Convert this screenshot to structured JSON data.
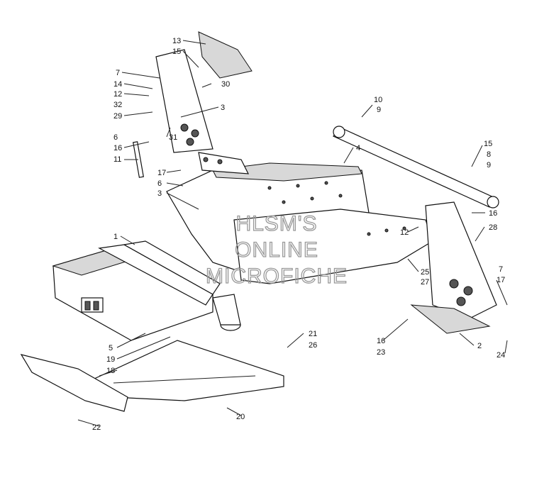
{
  "watermark": {
    "line1": "HLSM'S",
    "line2": "ONLINE",
    "line3": "MICROFICHE"
  },
  "callouts": [
    {
      "id": "c13",
      "text": "13"
    },
    {
      "id": "c15a",
      "text": "15"
    },
    {
      "id": "c7a",
      "text": "7"
    },
    {
      "id": "c14",
      "text": "14"
    },
    {
      "id": "c12a",
      "text": "12"
    },
    {
      "id": "c30",
      "text": "30"
    },
    {
      "id": "c32",
      "text": "32"
    },
    {
      "id": "c29",
      "text": "29"
    },
    {
      "id": "c3a",
      "text": "3"
    },
    {
      "id": "c31",
      "text": "31"
    },
    {
      "id": "c6a",
      "text": "6"
    },
    {
      "id": "c16a",
      "text": "16"
    },
    {
      "id": "c11",
      "text": "11"
    },
    {
      "id": "c10",
      "text": "10"
    },
    {
      "id": "c9a",
      "text": "9"
    },
    {
      "id": "c4",
      "text": "4"
    },
    {
      "id": "c17a",
      "text": "17"
    },
    {
      "id": "c6b",
      "text": "6"
    },
    {
      "id": "c3b",
      "text": "3"
    },
    {
      "id": "c15b",
      "text": "15"
    },
    {
      "id": "c8",
      "text": "8"
    },
    {
      "id": "c9b",
      "text": "9"
    },
    {
      "id": "c16b",
      "text": "16"
    },
    {
      "id": "c28",
      "text": "28"
    },
    {
      "id": "c12b",
      "text": "12"
    },
    {
      "id": "c1",
      "text": "1"
    },
    {
      "id": "c25",
      "text": "25"
    },
    {
      "id": "c27",
      "text": "27"
    },
    {
      "id": "c7b",
      "text": "7"
    },
    {
      "id": "c17b",
      "text": "17"
    },
    {
      "id": "c5",
      "text": "5"
    },
    {
      "id": "c19",
      "text": "19"
    },
    {
      "id": "c18",
      "text": "18"
    },
    {
      "id": "c21",
      "text": "21"
    },
    {
      "id": "c26",
      "text": "26"
    },
    {
      "id": "c16c",
      "text": "16"
    },
    {
      "id": "c23",
      "text": "23"
    },
    {
      "id": "c2",
      "text": "2"
    },
    {
      "id": "c24",
      "text": "24"
    },
    {
      "id": "c20",
      "text": "20"
    },
    {
      "id": "c22",
      "text": "22"
    }
  ]
}
